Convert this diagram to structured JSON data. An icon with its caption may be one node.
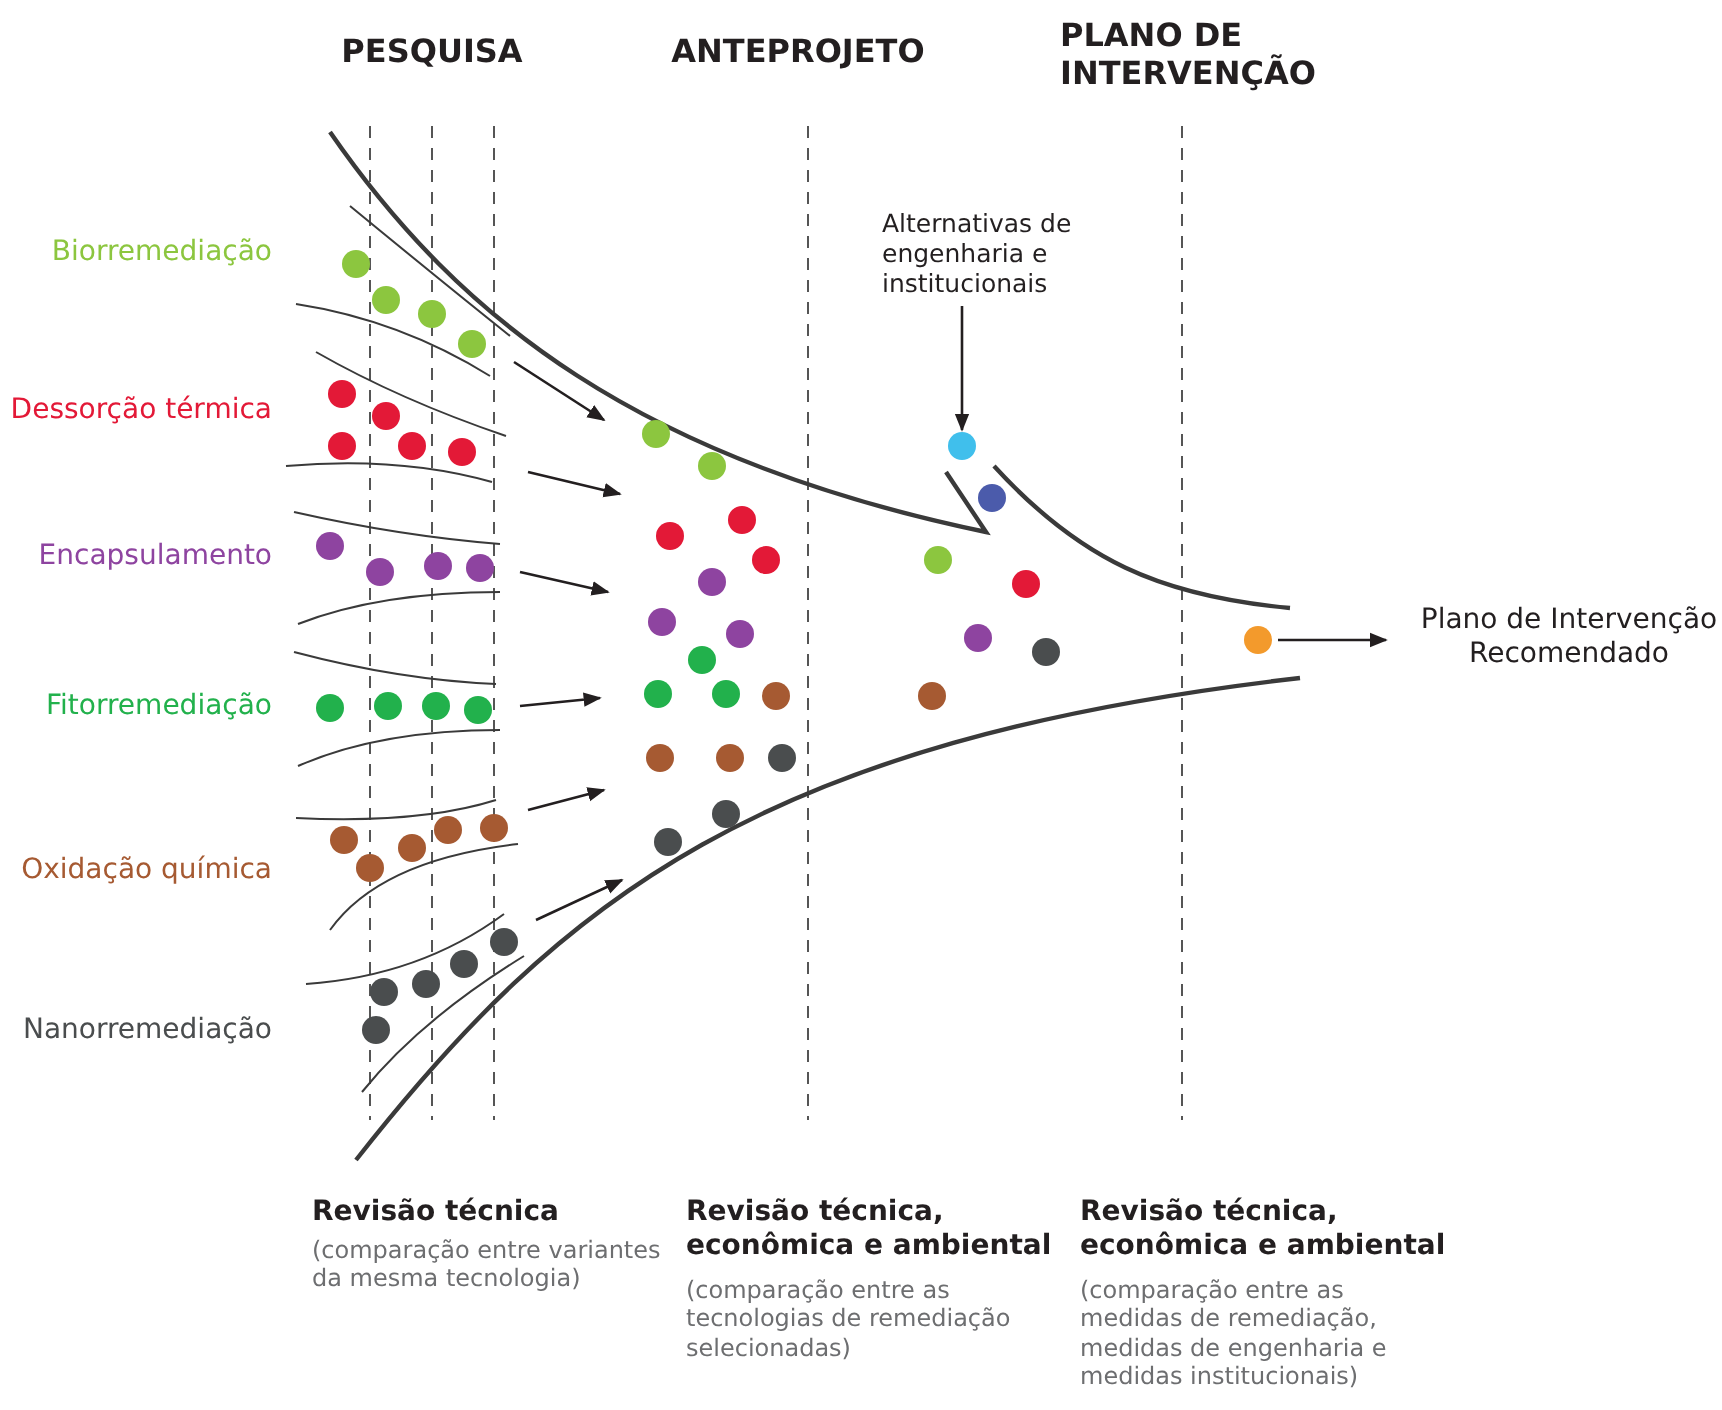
{
  "diagram": {
    "nodes": [
      {
        "text": [
          "Alternativas de engenharia e institucionais"
        ]
      },
      {
        "text": [],
        "shape": "circle"
      },
      {
        "text": [],
        "shape": "circle"
      },
      {
        "text": [
          "Plano de Intervenção Recomendado"
        ]
      }
    ],
    "edges": [
      {
        "from": 0,
        "to": 1,
        "arrow": "to"
      },
      {
        "from": 2,
        "to": 3,
        "arrow": "to"
      }
    ],
    "labels": [
      "PESQUISA",
      "ANTEPROJETO",
      "PLANO DE INTERVENÇÃO",
      "Biorremediação",
      "Dessorção térmica",
      "Encapsulamento",
      "Fitorremediação",
      "Oxidação química",
      "Nanorremediação",
      "Revisão técnica",
      "(comparação entre variantes da mesma tecnologia)",
      "Revisão técnica, econômica e ambiental",
      "(comparação entre as tecnologias de remediação selecionadas)",
      "Revisão técnica, econômica e ambiental",
      "(comparação entre as medidas de remediação, medidas de engenharia e medidas institucionais)"
    ]
  }
}
